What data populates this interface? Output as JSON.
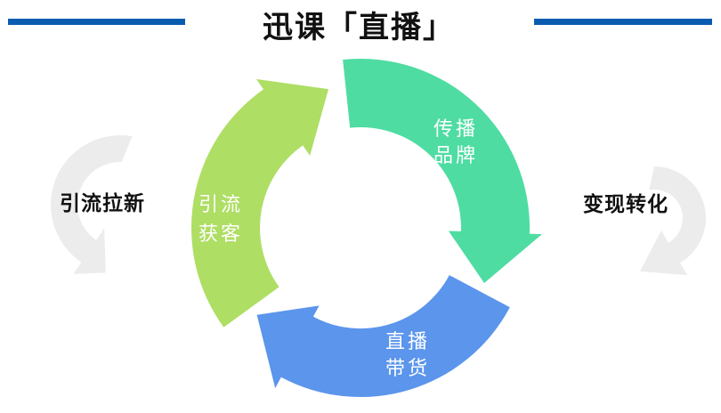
{
  "title": "迅课「直播」",
  "title_color": "#111111",
  "accent_bar_color": "#0a5cb0",
  "side_labels": {
    "left": "引流拉新",
    "right": "变现转化",
    "text_color": "#111111"
  },
  "diagram": {
    "type": "cycle",
    "direction": "clockwise",
    "label_text_color": "#ffffff",
    "flow_arrow_color": "#ececec",
    "segments": [
      {
        "id": "spread-brand",
        "label": "传播品牌",
        "lines": [
          "传播",
          "品牌"
        ],
        "color": "#4edca2",
        "position": "top-right"
      },
      {
        "id": "live-sales",
        "label": "直播带货",
        "lines": [
          "直播",
          "带货"
        ],
        "color": "#5b95ec",
        "position": "bottom"
      },
      {
        "id": "attract-customers",
        "label": "引流获客",
        "lines": [
          "引流",
          "获客"
        ],
        "color": "#aede64",
        "position": "left"
      }
    ]
  }
}
